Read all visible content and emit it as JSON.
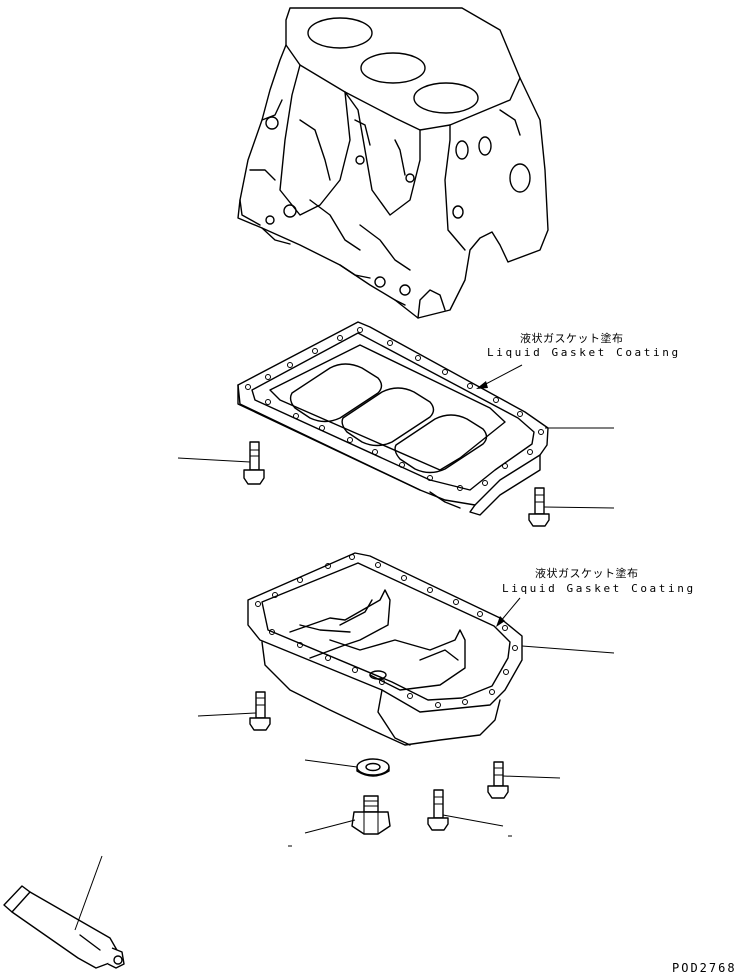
{
  "labels": {
    "gasket_upper_jp": "液状ガスケット塗布",
    "gasket_upper_en": "Liquid Gasket Coating",
    "gasket_lower_jp": "液状ガスケット塗布",
    "gasket_lower_en": "Liquid Gasket Coating"
  },
  "drawing_code": "POD2768",
  "parts": [
    "cylinder-block",
    "oil-pan-upper",
    "oil-pan-lower",
    "bolt",
    "drain-plug",
    "washer",
    "liquid-gasket-tube"
  ]
}
